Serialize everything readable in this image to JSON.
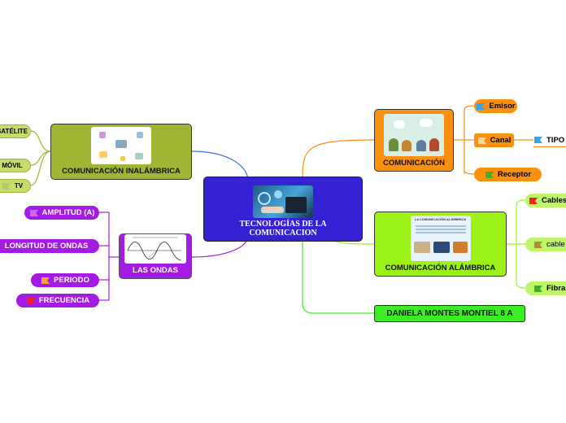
{
  "root": {
    "title": "TECNOLOGÍAS DE LA COMUNICACION",
    "color": "#3522d4"
  },
  "branches": {
    "inalambrica": {
      "title": "COMUNICACIÓN INALÁMBRICA",
      "color": "#9fb533",
      "children": [
        "SATÉLITE",
        "MÓVIL",
        "TV"
      ]
    },
    "ondas": {
      "title": "LAS ONDAS",
      "color": "#a41ce3",
      "children": [
        "AMPLITUD (A)",
        "LONGITUD DE ONDAS",
        "PERIODO",
        "FRECUENCIA"
      ]
    },
    "comunicacion": {
      "title": "COMUNICACIÓN",
      "color": "#fb8f0f",
      "children": [
        "Emisor",
        "Canal",
        "Receptor"
      ],
      "sub": "TIPO"
    },
    "alambrica": {
      "title": "COMUNICACIÓN ALÁMBRICA",
      "color": "#9cf218",
      "children": [
        "Cables",
        "cable",
        "Fibra"
      ],
      "thumb_title": "LA COMUNICACIÓN ALÁMBRICA"
    },
    "autor": {
      "title": "DANIELA MONTES MONTIEL 8 A",
      "color": "#3ded23"
    }
  },
  "icons": [
    "flag-icon"
  ]
}
